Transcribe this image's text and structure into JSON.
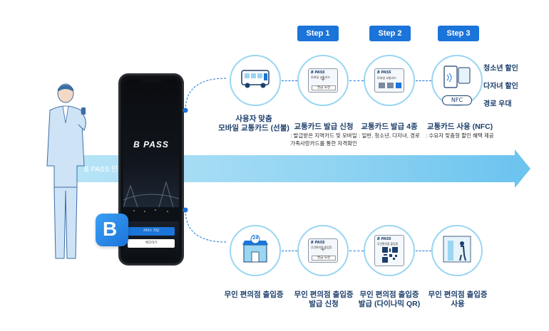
{
  "steps": [
    "Step 1",
    "Step 2",
    "Step 3"
  ],
  "band_label": "B PASS 인증",
  "phone": {
    "logo": "B PASS",
    "btn_primary": "서비스 가입",
    "btn_secondary": "체크하기"
  },
  "app_icon_letter": "B",
  "top_row": {
    "item0": {
      "title_line1": "사용자 맞춤",
      "title_line2": "모바일 교통카드 (선불)"
    },
    "item1": {
      "title": "교통카드 발급 신청",
      "sub_line1": ": 발급받은 지역카드 및 모바일",
      "sub_line2": "가족사랑카드를 통한 자격확인",
      "card_brand": "B PASS",
      "card_text": "모바일 교통카드",
      "card_req": "발급 요청"
    },
    "item2": {
      "title": "교통카드 발급 4종",
      "sub": ": 일반, 청소년, 다자녀, 경로",
      "card_brand": "B PASS",
      "card_text": "모바일 교통카드"
    },
    "item3": {
      "title": "교통카드 사용 (NFC)",
      "sub": ": 수요자 맞춤형 할인 혜택 제공",
      "nfc_label": "NFC"
    }
  },
  "discounts": [
    "청소년 할인",
    "다자녀 할인",
    "경로 우대"
  ],
  "bottom_row": {
    "item0": {
      "title": "무인 편의점 출입증",
      "store_badge": "24"
    },
    "item1": {
      "title_line1": "무인 편의점 출입증",
      "title_line2": "발급 신청",
      "card_brand": "B PASS",
      "card_text": "무인편의점 출입증",
      "card_req": "발급 요청"
    },
    "item2": {
      "title_line1": "무인 편의점 출입증",
      "title_line2": "발급 (다이나믹 QR)",
      "card_brand": "B PASS",
      "card_text": "무인편의점 출입증"
    },
    "item3": {
      "title_line1": "무인 편의점 출입증",
      "title_line2": "사용"
    }
  },
  "colors": {
    "accent": "#1b74d9",
    "circle_border": "#9ad6f2",
    "band": "#8fd3f2"
  }
}
